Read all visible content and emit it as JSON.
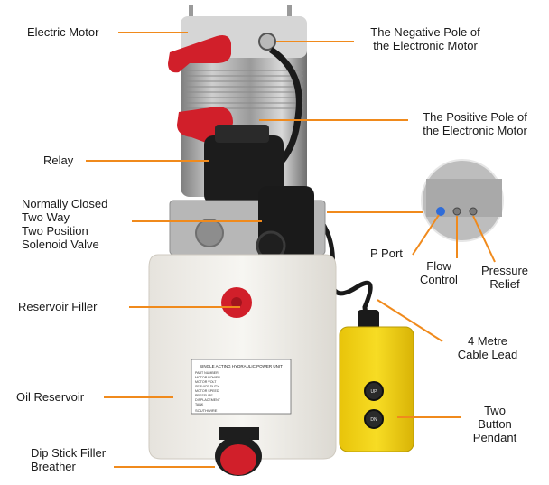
{
  "labels": {
    "electric_motor": "Electric Motor",
    "negative_pole": "The Negative Pole of\nthe Electronic Motor",
    "positive_pole": "The Positive Pole of\nthe Electronic Motor",
    "relay": "Relay",
    "solenoid_valve": "Normally Closed\nTwo Way\nTwo Position\nSolenoid Valve",
    "p_port": "P Port",
    "flow_control": "Flow\nControl",
    "pressure_relief": "Pressure\nRelief",
    "reservoir_filler": "Reservoir Filler",
    "cable_lead": "4 Metre\nCable Lead",
    "oil_reservoir": "Oil Reservoir",
    "pendant": "Two\nButton\nPendant",
    "dipstick": "Dip Stick Filler\nBreather"
  },
  "plate": {
    "title": "SINGLE ACTING HYDRAULIC POWER UNIT",
    "rows": [
      "PART NUMBER",
      "MOTOR POWER",
      "MOTOR VOLT",
      "SERVICE DUTY",
      "MOTOR SPEED",
      "PRESSURE",
      "DISPLACEMENT",
      "TANK"
    ],
    "brand": "SOUTHWIRE"
  },
  "pendant_buttons": {
    "up": "UP",
    "down": "DN"
  },
  "colors": {
    "leader": "#f08a1c",
    "cap_red": "#d11f2a",
    "pendant_yellow": "#f5d20f",
    "reservoir": "#f3f1ec"
  }
}
